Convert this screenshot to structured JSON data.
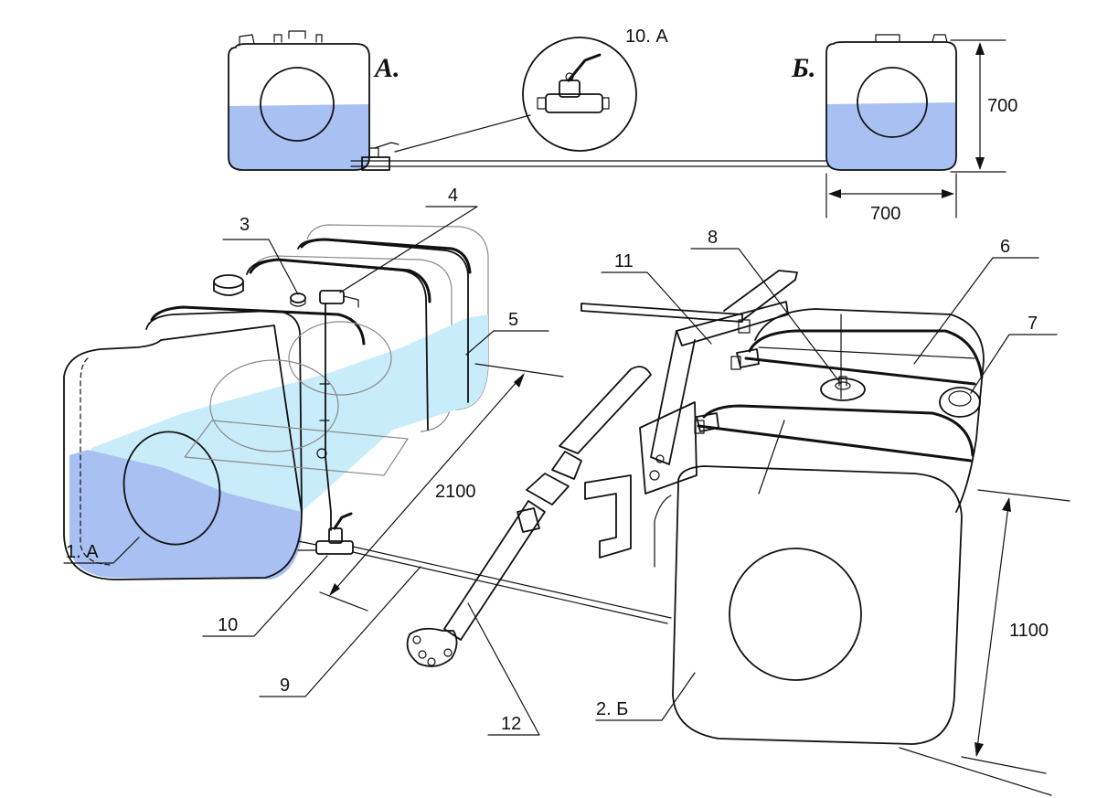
{
  "colors": {
    "liquid": "#a9c1f2",
    "liquid_light": "#c9ecfa",
    "outline": "#111111",
    "ghost": "#8a8a8a"
  },
  "top_view": {
    "tank_a_label": "А.",
    "tank_b_label": "Б.",
    "valve_label": "10. А",
    "dim_height": "700",
    "dim_width": "700"
  },
  "callouts": {
    "c1": "1. А",
    "c2": "2. Б",
    "c3": "3",
    "c4": "4",
    "c5": "5",
    "c6": "6",
    "c7": "7",
    "c8": "8",
    "c9": "9",
    "c10": "10",
    "c11": "11",
    "c12": "12"
  },
  "dimensions": {
    "length": "2100",
    "height": "1100"
  }
}
